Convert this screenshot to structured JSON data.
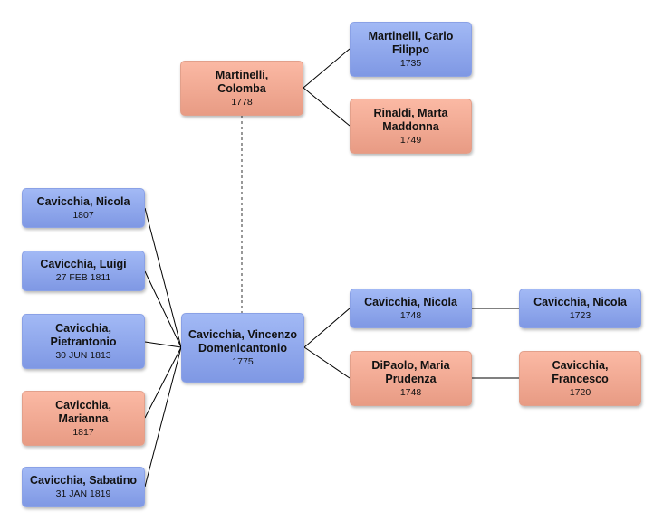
{
  "people": {
    "root": {
      "name": "Cavicchia, Vincenzo Domenicantonio",
      "date": "1775",
      "sex": "male"
    },
    "spouse": {
      "name": "Martinelli, Colomba",
      "date": "1778",
      "sex": "female"
    },
    "spouse_father": {
      "name": "Martinelli, Carlo Filippo",
      "date": "1735",
      "sex": "male"
    },
    "spouse_mother": {
      "name": "Rinaldi, Marta Maddonna",
      "date": "1749",
      "sex": "female"
    },
    "father": {
      "name": "Cavicchia, Nicola",
      "date": "1748",
      "sex": "male"
    },
    "mother": {
      "name": "DiPaolo, Maria Prudenza",
      "date": "1748",
      "sex": "female"
    },
    "paternal_grandfather": {
      "name": "Cavicchia, Nicola",
      "date": "1723",
      "sex": "male"
    },
    "maternal_grandfather": {
      "name": "Cavicchia, Francesco",
      "date": "1720",
      "sex": "female"
    },
    "children": [
      {
        "name": "Cavicchia, Nicola",
        "date": "1807",
        "sex": "male"
      },
      {
        "name": "Cavicchia, Luigi",
        "date": "27 FEB 1811",
        "sex": "male"
      },
      {
        "name": "Cavicchia, Pietrantonio",
        "date": "30 JUN 1813",
        "sex": "male"
      },
      {
        "name": "Cavicchia, Marianna",
        "date": "1817",
        "sex": "female"
      },
      {
        "name": "Cavicchia, Sabatino",
        "date": "31 JAN 1819",
        "sex": "male"
      }
    ]
  },
  "colors": {
    "male": "#8fa8ec",
    "female": "#f2aa93",
    "line": "#000000"
  }
}
